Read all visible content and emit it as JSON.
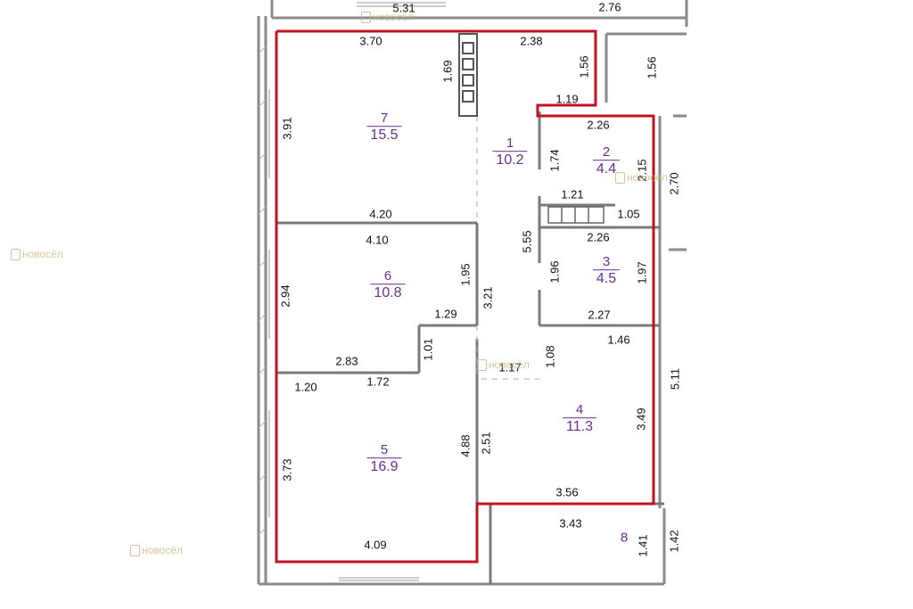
{
  "colors": {
    "outline": "#c1121f",
    "wall": "#7a7a7a",
    "room_label": "#6a2d91",
    "watermark": "#c9b27a"
  },
  "rooms": [
    {
      "number": "7",
      "area": "15.5"
    },
    {
      "number": "1",
      "area": "10.2"
    },
    {
      "number": "2",
      "area": "4.4"
    },
    {
      "number": "6",
      "area": "10.8"
    },
    {
      "number": "3",
      "area": "4.5"
    },
    {
      "number": "4",
      "area": "11.3"
    },
    {
      "number": "5",
      "area": "16.9"
    },
    {
      "number": "8",
      "area": ""
    }
  ],
  "dims": {
    "top_531": "5.31",
    "top_276": "2.76",
    "r7_top": "3.70",
    "hall_top": "2.38",
    "d169": "1.69",
    "d156a": "1.56",
    "d156b": "1.56",
    "d391": "3.91",
    "d119": "1.19",
    "d226a": "2.26",
    "d174": "1.74",
    "d215": "2.15",
    "d270": "2.70",
    "d121": "1.21",
    "d105": "1.05",
    "d420": "4.20",
    "d410": "4.10",
    "d555": "5.55",
    "d226b": "2.26",
    "d294": "2.94",
    "d195": "1.95",
    "d321": "3.21",
    "d196": "1.96",
    "d197": "1.97",
    "d129": "1.29",
    "d227": "2.27",
    "d101": "1.01",
    "d108": "1.08",
    "d146": "1.46",
    "d283": "2.83",
    "d117": "1.17",
    "d511": "5.11",
    "d120": "1.20",
    "d172": "1.72",
    "d349": "3.49",
    "d373": "3.73",
    "d488": "4.88",
    "d251": "2.51",
    "d356": "3.56",
    "d343": "3.43",
    "d141": "1.41",
    "d142": "1.42",
    "d409": "4.09"
  },
  "watermark": "новосёл"
}
